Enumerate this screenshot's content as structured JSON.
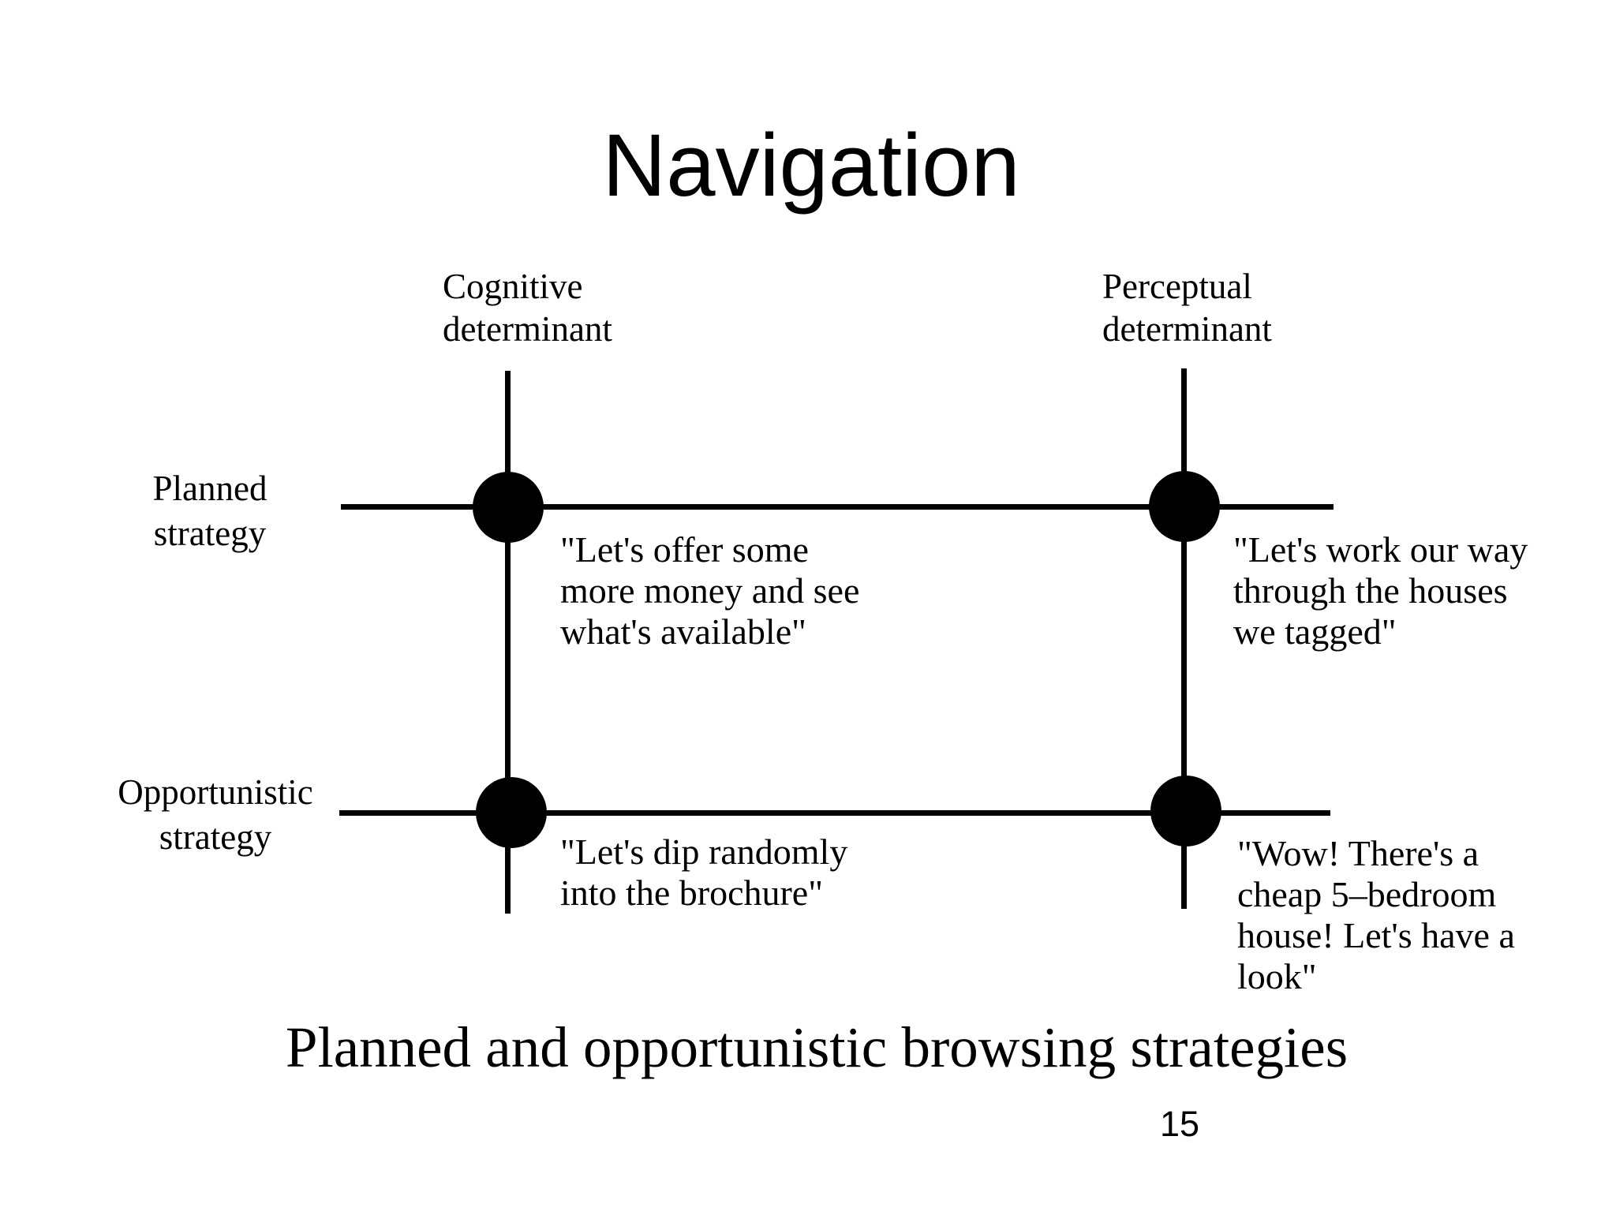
{
  "slide": {
    "title": "Navigation",
    "caption": "Planned and opportunistic browsing strategies",
    "page_number": "15",
    "colors": {
      "ink": "#000000",
      "background": "#ffffff"
    }
  },
  "diagram": {
    "columns": [
      {
        "label": "Cognitive\ndeterminant"
      },
      {
        "label": "Perceptual\ndeterminant"
      }
    ],
    "rows": [
      {
        "label": "Planned\nstrategy"
      },
      {
        "label": "Opportunistic\nstrategy"
      }
    ],
    "quotes": [
      {
        "position": "planned-cognitive",
        "text": "\"Let's offer some\nmore money and see\nwhat's available\""
      },
      {
        "position": "planned-perceptual",
        "text": "\"Let's work our way\nthrough the houses\nwe tagged\""
      },
      {
        "position": "opportunistic-cognitive",
        "text": "\"Let's dip randomly\ninto the brochure\""
      },
      {
        "position": "opportunistic-perceptual",
        "text": "\"Wow! There's a\ncheap 5–bedroom\nhouse! Let's have a\nlook\""
      }
    ]
  }
}
